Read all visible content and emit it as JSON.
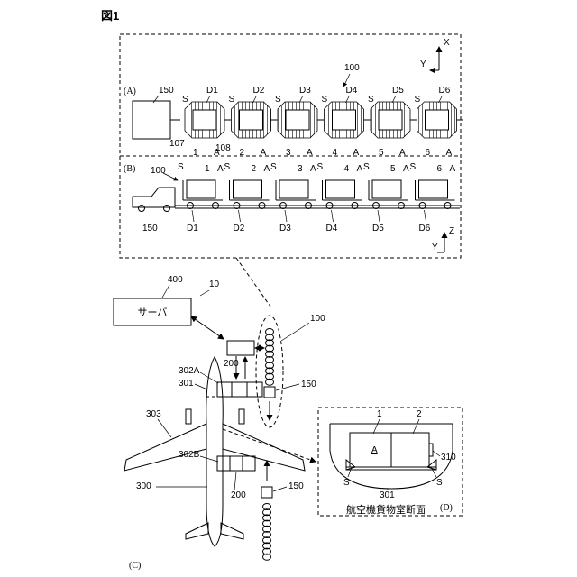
{
  "figure_title": "図1",
  "panels": {
    "A": {
      "label": "(A)",
      "ref_100": "100",
      "ref_150": "150",
      "ref_107": "107",
      "ref_108": "108",
      "dollies": [
        {
          "d": "D1",
          "n": "1"
        },
        {
          "d": "D2",
          "n": "2"
        },
        {
          "d": "D3",
          "n": "3"
        },
        {
          "d": "D4",
          "n": "4"
        },
        {
          "d": "D5",
          "n": "5"
        },
        {
          "d": "D6",
          "n": "6"
        }
      ],
      "s_label": "S",
      "a_label": "A",
      "axis_x": "X",
      "axis_y": "Y"
    },
    "B": {
      "label": "(B)",
      "ref_100": "100",
      "ref_150": "150",
      "dollies": [
        {
          "d": "D1",
          "n": "1"
        },
        {
          "d": "D2",
          "n": "2"
        },
        {
          "d": "D3",
          "n": "3"
        },
        {
          "d": "D4",
          "n": "4"
        },
        {
          "d": "D5",
          "n": "5"
        },
        {
          "d": "D6",
          "n": "6"
        }
      ],
      "s_label": "S",
      "a_label": "A",
      "axis_y": "Y",
      "axis_z": "Z"
    },
    "C": {
      "label": "(C)",
      "ref_10": "10",
      "ref_400": "400",
      "server": "サーバ",
      "ref_100": "100",
      "ref_200a": "200",
      "ref_200b": "200",
      "ref_150a": "150",
      "ref_150b": "150",
      "ref_302A": "302A",
      "ref_301": "301",
      "ref_303": "303",
      "ref_302B": "302B",
      "ref_300": "300"
    },
    "D": {
      "label": "(D)",
      "caption": "航空機貨物室断面",
      "ref_1": "1",
      "ref_2": "2",
      "ref_A": "A",
      "ref_310": "310",
      "ref_301": "301",
      "s_left": "S",
      "s_right": "S"
    }
  }
}
